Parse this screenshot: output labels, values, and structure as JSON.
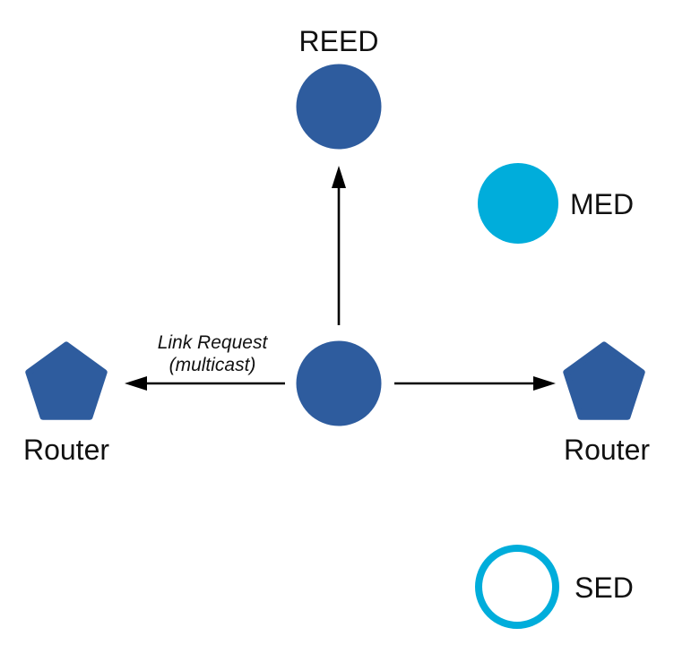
{
  "diagram": {
    "type": "network-topology",
    "annotation": {
      "line1": "Link Request",
      "line2": "(multicast)"
    },
    "nodes": {
      "reed": {
        "label": "REED",
        "shape": "circle",
        "fill": "solid"
      },
      "med": {
        "label": "MED",
        "shape": "circle",
        "fill": "solid"
      },
      "sed": {
        "label": "SED",
        "shape": "circle",
        "fill": "outline"
      },
      "router_left": {
        "label": "Router",
        "shape": "pentagon",
        "fill": "solid"
      },
      "router_right": {
        "label": "Router",
        "shape": "pentagon",
        "fill": "solid"
      },
      "center_device": {
        "label": "",
        "shape": "circle",
        "fill": "solid"
      }
    },
    "edges": [
      {
        "from": "center_device",
        "to": "reed",
        "style": "arrow"
      },
      {
        "from": "center_device",
        "to": "router_left",
        "style": "arrow"
      },
      {
        "from": "center_device",
        "to": "router_right",
        "style": "arrow"
      }
    ],
    "colors": {
      "node_blue": "#2E5C9E",
      "node_cyan": "#00ADDB",
      "arrow_black": "#000000",
      "background": "#FFFFFF"
    }
  }
}
